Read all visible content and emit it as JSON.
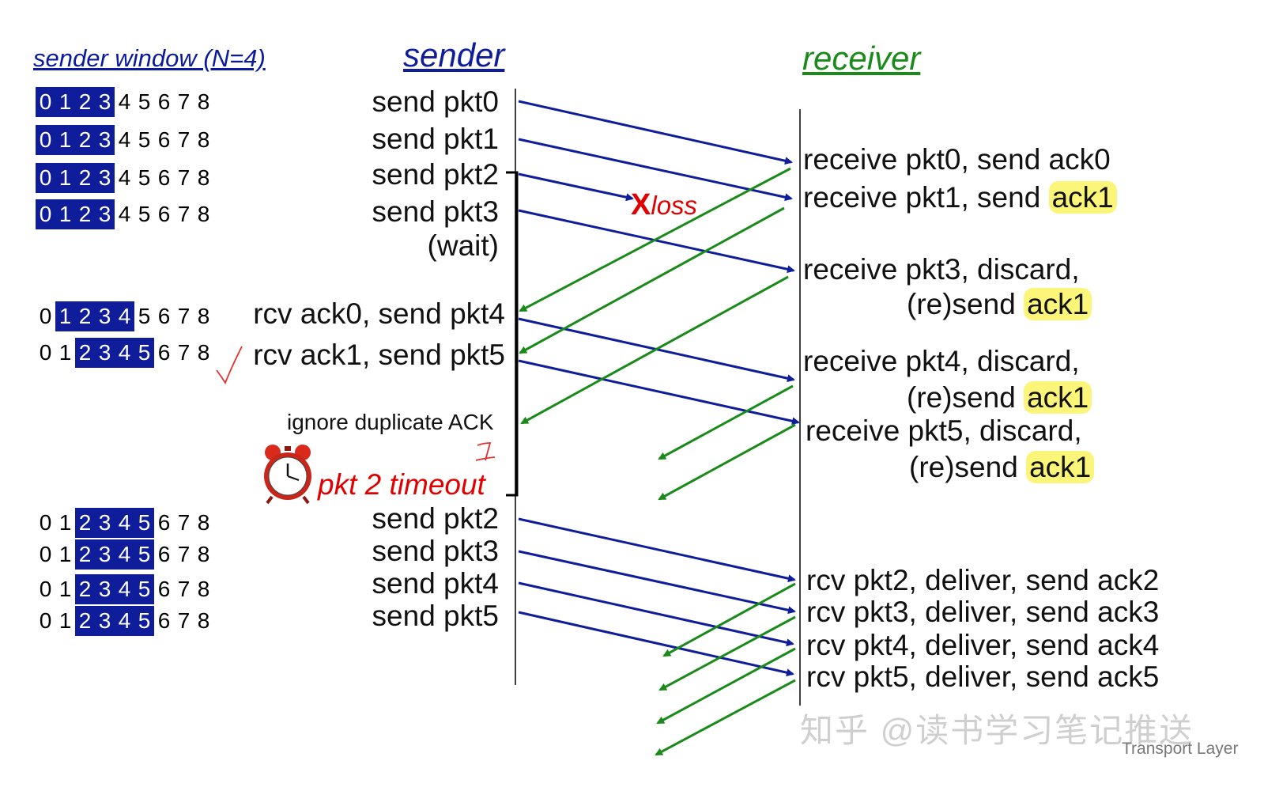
{
  "headers": {
    "window": "sender window (N=4)",
    "sender": "sender",
    "receiver": "receiver"
  },
  "window_rows": [
    {
      "digits": [
        "0",
        "1",
        "2",
        "3",
        "4",
        "5",
        "6",
        "7",
        "8"
      ],
      "base": 0
    },
    {
      "digits": [
        "0",
        "1",
        "2",
        "3",
        "4",
        "5",
        "6",
        "7",
        "8"
      ],
      "base": 0
    },
    {
      "digits": [
        "0",
        "1",
        "2",
        "3",
        "4",
        "5",
        "6",
        "7",
        "8"
      ],
      "base": 0
    },
    {
      "digits": [
        "0",
        "1",
        "2",
        "3",
        "4",
        "5",
        "6",
        "7",
        "8"
      ],
      "base": 0
    },
    {
      "digits": [
        "0",
        "1",
        "2",
        "3",
        "4",
        "5",
        "6",
        "7",
        "8"
      ],
      "base": 1
    },
    {
      "digits": [
        "0",
        "1",
        "2",
        "3",
        "4",
        "5",
        "6",
        "7",
        "8"
      ],
      "base": 2
    },
    {
      "digits": [
        "0",
        "1",
        "2",
        "3",
        "4",
        "5",
        "6",
        "7",
        "8"
      ],
      "base": 2
    },
    {
      "digits": [
        "0",
        "1",
        "2",
        "3",
        "4",
        "5",
        "6",
        "7",
        "8"
      ],
      "base": 2
    },
    {
      "digits": [
        "0",
        "1",
        "2",
        "3",
        "4",
        "5",
        "6",
        "7",
        "8"
      ],
      "base": 2
    },
    {
      "digits": [
        "0",
        "1",
        "2",
        "3",
        "4",
        "5",
        "6",
        "7",
        "8"
      ],
      "base": 2
    }
  ],
  "sender_events": [
    "send  pkt0",
    "send  pkt1",
    "send  pkt2",
    "send  pkt3",
    "(wait)",
    "rcv ack0, send pkt4",
    "rcv ack1, send pkt5",
    "send  pkt2",
    "send  pkt3",
    "send  pkt4",
    "send  pkt5"
  ],
  "ignore_note": "ignore duplicate ACK",
  "timeout_label": "pkt 2 timeout",
  "loss_mark": "X",
  "loss_label": "loss",
  "receiver_events": [
    {
      "text": "receive pkt0, send ack0",
      "highlight": ""
    },
    {
      "text": "receive pkt1, send ",
      "highlight": "ack1"
    },
    {
      "text": "receive pkt3, discard,",
      "highlight": ""
    },
    {
      "text": "(re)send ",
      "highlight": "ack1"
    },
    {
      "text": "receive pkt4, discard,",
      "highlight": ""
    },
    {
      "text": "(re)send ",
      "highlight": "ack1"
    },
    {
      "text": "receive pkt5, discard,",
      "highlight": ""
    },
    {
      "text": "(re)send ",
      "highlight": "ack1"
    },
    {
      "text": "rcv pkt2, deliver, send ack2",
      "highlight": ""
    },
    {
      "text": "rcv pkt3, deliver, send ack3",
      "highlight": ""
    },
    {
      "text": "rcv pkt4, deliver, send ack4",
      "highlight": ""
    },
    {
      "text": "rcv pkt5, deliver, send ack5",
      "highlight": ""
    }
  ],
  "watermark": "知乎 @读书学习笔记推送",
  "footer": "Transport Layer",
  "colors": {
    "packet_arrow": "#0f1d9a",
    "ack_arrow": "#1a8a1a",
    "window_highlight": "#0f1d9a",
    "loss": "#e00000",
    "receiver_header": "#1a8a1a",
    "sender_header": "#0f1d9a",
    "ack_highlight": "#fbf67a"
  }
}
